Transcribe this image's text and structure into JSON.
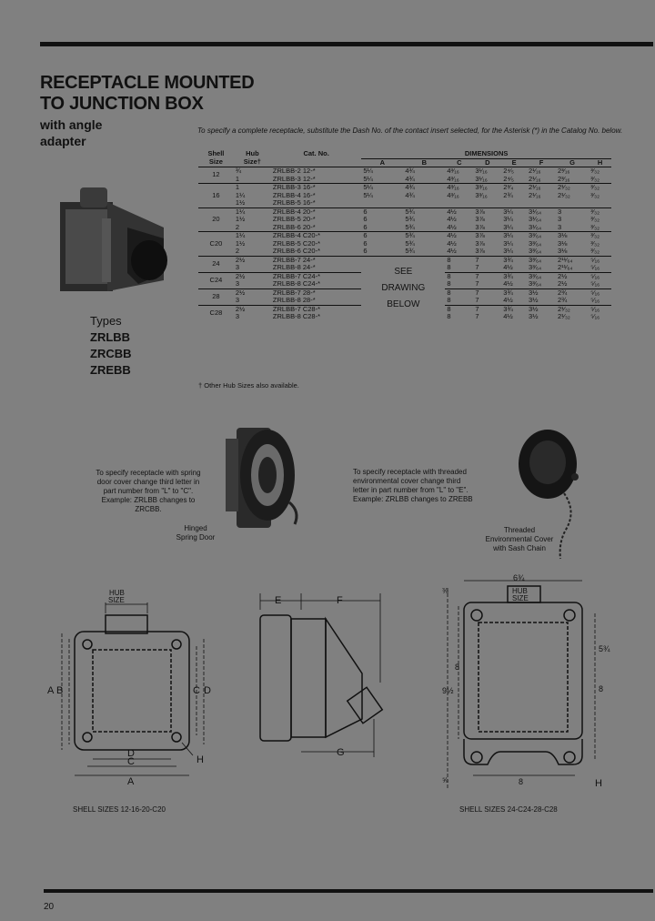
{
  "title": [
    "RECEPTACLE MOUNTED",
    "TO JUNCTION BOX"
  ],
  "subtitle": [
    "with angle",
    "adapter"
  ],
  "intro": "To specify a complete receptacle, substitute the Dash No. of the contact insert selected, for the Asterisk (*) in the Catalog No. below.",
  "types": {
    "label": "Types",
    "codes": [
      "ZRLBB",
      "ZRCBB",
      "ZREBB"
    ]
  },
  "table": {
    "headers": {
      "shell": [
        "Shell",
        "Size"
      ],
      "hub": [
        "Hub",
        "Size†"
      ],
      "cat": "Cat. No.",
      "dimensions": "DIMENSIONS",
      "letters": [
        "A",
        "B",
        "C",
        "D",
        "E",
        "F",
        "G",
        "H"
      ]
    },
    "groups": [
      {
        "shell": "12",
        "rows": [
          {
            "hub": "¾",
            "cat": "ZRLBB-2 12-*",
            "dims": [
              "5¼",
              "4¾",
              "4³⁄₁₆",
              "3¹⁄₁₆",
              "2⁴⁄₅",
              "2¹⁄₁₆",
              "2³⁄₁₆",
              "³⁄₃₂"
            ]
          },
          {
            "hub": "1",
            "cat": "ZRLBB-3 12-*",
            "dims": [
              "5¼",
              "4¾",
              "4³⁄₁₆",
              "3¹⁄₁₆",
              "2⁴⁄₅",
              "2¹⁄₁₆",
              "2³⁄₁₆",
              "³⁄₃₂"
            ]
          }
        ]
      },
      {
        "shell": "16",
        "rows": [
          {
            "hub": "1",
            "cat": "ZRLBB-3 16-*",
            "dims": [
              "5¼",
              "4¾",
              "4³⁄₁₆",
              "3³⁄₁₆",
              "2³⁄₄",
              "2¹⁄₁₆",
              "2¹⁄₃₂",
              "³⁄₃₂"
            ]
          },
          {
            "hub": "1¼",
            "cat": "ZRLBB-4 16-*",
            "dims": [
              "5¼",
              "4¾",
              "4³⁄₁₆",
              "3³⁄₁₆",
              "2¾",
              "2¹⁄₁₆",
              "2¹⁄₃₂",
              "³⁄₃₂"
            ]
          },
          {
            "hub": "1½",
            "cat": "ZRLBB-5 16-*",
            "dims": [
              "",
              "",
              "",
              "",
              "",
              "",
              "",
              ""
            ]
          }
        ]
      },
      {
        "shell": "20",
        "rows": [
          {
            "hub": "1¼",
            "cat": "ZRLBB-4 20-*",
            "dims": [
              "6",
              "5¾",
              "4½",
              "3⅞",
              "3¼",
              "3¹⁄₆₄",
              "3",
              "³⁄₃₂"
            ]
          },
          {
            "hub": "1½",
            "cat": "ZRLBB-5 20-*",
            "dims": [
              "6",
              "5¾",
              "4½",
              "3⅞",
              "3¼",
              "3¹⁄₆₄",
              "3",
              "³⁄₃₂"
            ]
          },
          {
            "hub": "2",
            "cat": "ZRLBB-6 20-*",
            "dims": [
              "6",
              "5¾",
              "4½",
              "3⅞",
              "3¼",
              "3¹⁄₆₄",
              "3",
              "³⁄₃₂"
            ]
          }
        ]
      },
      {
        "shell": "C20",
        "rows": [
          {
            "hub": "1¼",
            "cat": "ZRLBB-4 C20-*",
            "dims": [
              "6",
              "5¾",
              "4½",
              "3⅞",
              "3¼",
              "3³⁄₆₄",
              "3⅛",
              "³⁄₃₂"
            ]
          },
          {
            "hub": "1½",
            "cat": "ZRLBB-5 C20-*",
            "dims": [
              "6",
              "5¾",
              "4½",
              "3⅞",
              "3¼",
              "3³⁄₆₄",
              "3⅛",
              "³⁄₃₂"
            ]
          },
          {
            "hub": "2",
            "cat": "ZRLBB-6 C20-*",
            "dims": [
              "6",
              "5¾",
              "4½",
              "3⅞",
              "3¼",
              "3³⁄₆₄",
              "3⅛",
              "³⁄₃₂"
            ]
          }
        ]
      },
      {
        "shell": "24",
        "rows": [
          {
            "hub": "2½",
            "cat": "ZRLBB-7 24-*",
            "dims": [
              "",
              "",
              "8",
              "7",
              "3¾",
              "3³⁄₆₄",
              "2¹¹⁄₆₄",
              "⁵⁄₁₆"
            ]
          },
          {
            "hub": "3",
            "cat": "ZRLBB-8 24-*",
            "dims": [
              "",
              "",
              "8",
              "7",
              "4½",
              "3³⁄₆₄",
              "2¹¹⁄₆₄",
              "⁵⁄₁₆"
            ]
          }
        ]
      },
      {
        "shell": "C24",
        "rows": [
          {
            "hub": "2½",
            "cat": "ZRLBB-7 C24-*",
            "dims": [
              "",
              "",
              "8",
              "7",
              "3¾",
              "3³⁄₆₄",
              "2½",
              "⁵⁄₁₆"
            ]
          },
          {
            "hub": "3",
            "cat": "ZRLBB-8 C24-*",
            "dims": [
              "",
              "",
              "8",
              "7",
              "4½",
              "3³⁄₆₄",
              "2½",
              "⁵⁄₁₆"
            ]
          }
        ]
      },
      {
        "shell": "28",
        "rows": [
          {
            "hub": "2½",
            "cat": "ZRLBB-7 28-*",
            "dims": [
              "",
              "",
              "8",
              "7",
              "3¾",
              "3½",
              "2¾",
              "⁵⁄₁₆"
            ]
          },
          {
            "hub": "3",
            "cat": "ZRLBB-8 28-*",
            "dims": [
              "",
              "",
              "8",
              "7",
              "4½",
              "3½",
              "2¾",
              "⁵⁄₁₆"
            ]
          }
        ]
      },
      {
        "shell": "C28",
        "rows": [
          {
            "hub": "2½",
            "cat": "ZRLBB-7 C28-*",
            "dims": [
              "",
              "",
              "8",
              "7",
              "3¾",
              "3½",
              "2¹⁄₃₂",
              "⁵⁄₁₆"
            ]
          },
          {
            "hub": "3",
            "cat": "ZRLBB-8 C28-*",
            "dims": [
              "",
              "",
              "8",
              "7",
              "4½",
              "3½",
              "2¹⁄₃₂",
              "⁵⁄₁₆"
            ]
          }
        ]
      }
    ],
    "see_drawing": [
      "SEE",
      "DRAWING",
      "BELOW"
    ]
  },
  "footnote": "† Other Hub Sizes also available.",
  "notes": {
    "spring_door": [
      "To specify receptacle with spring",
      "door cover change third letter in",
      "part number from \"L\" to \"C\".",
      "Example: ZRLBB changes to",
      "ZRCBB."
    ],
    "spring_door_caption": [
      "Hinged",
      "Spring Door"
    ],
    "threaded": [
      "To specify receptacle with threaded",
      "environmental cover change third",
      "letter in part number from \"L\" to \"E\".",
      "Example: ZRLBB changes to ZREBB"
    ],
    "threaded_caption": [
      "Threaded",
      "Environmental Cover",
      "with Sash Chain"
    ]
  },
  "drawing_labels": {
    "hub_size": [
      "HUB",
      "SIZE"
    ],
    "A": "A",
    "B": "B",
    "C": "C",
    "D": "D",
    "E": "E",
    "F": "F",
    "G": "G",
    "H": "H",
    "dim_6_3_4": "6¾",
    "dim_5_3_4": "5¾",
    "dim_9_1_2": "9½",
    "dim_8": "8",
    "dim_3_8": "⅜",
    "dim_5_8": "⅝"
  },
  "shell_captions": [
    "SHELL SIZES 12-16-20-C20",
    "SHELL SIZES 24-C24-28-C28"
  ],
  "page_number": "20"
}
